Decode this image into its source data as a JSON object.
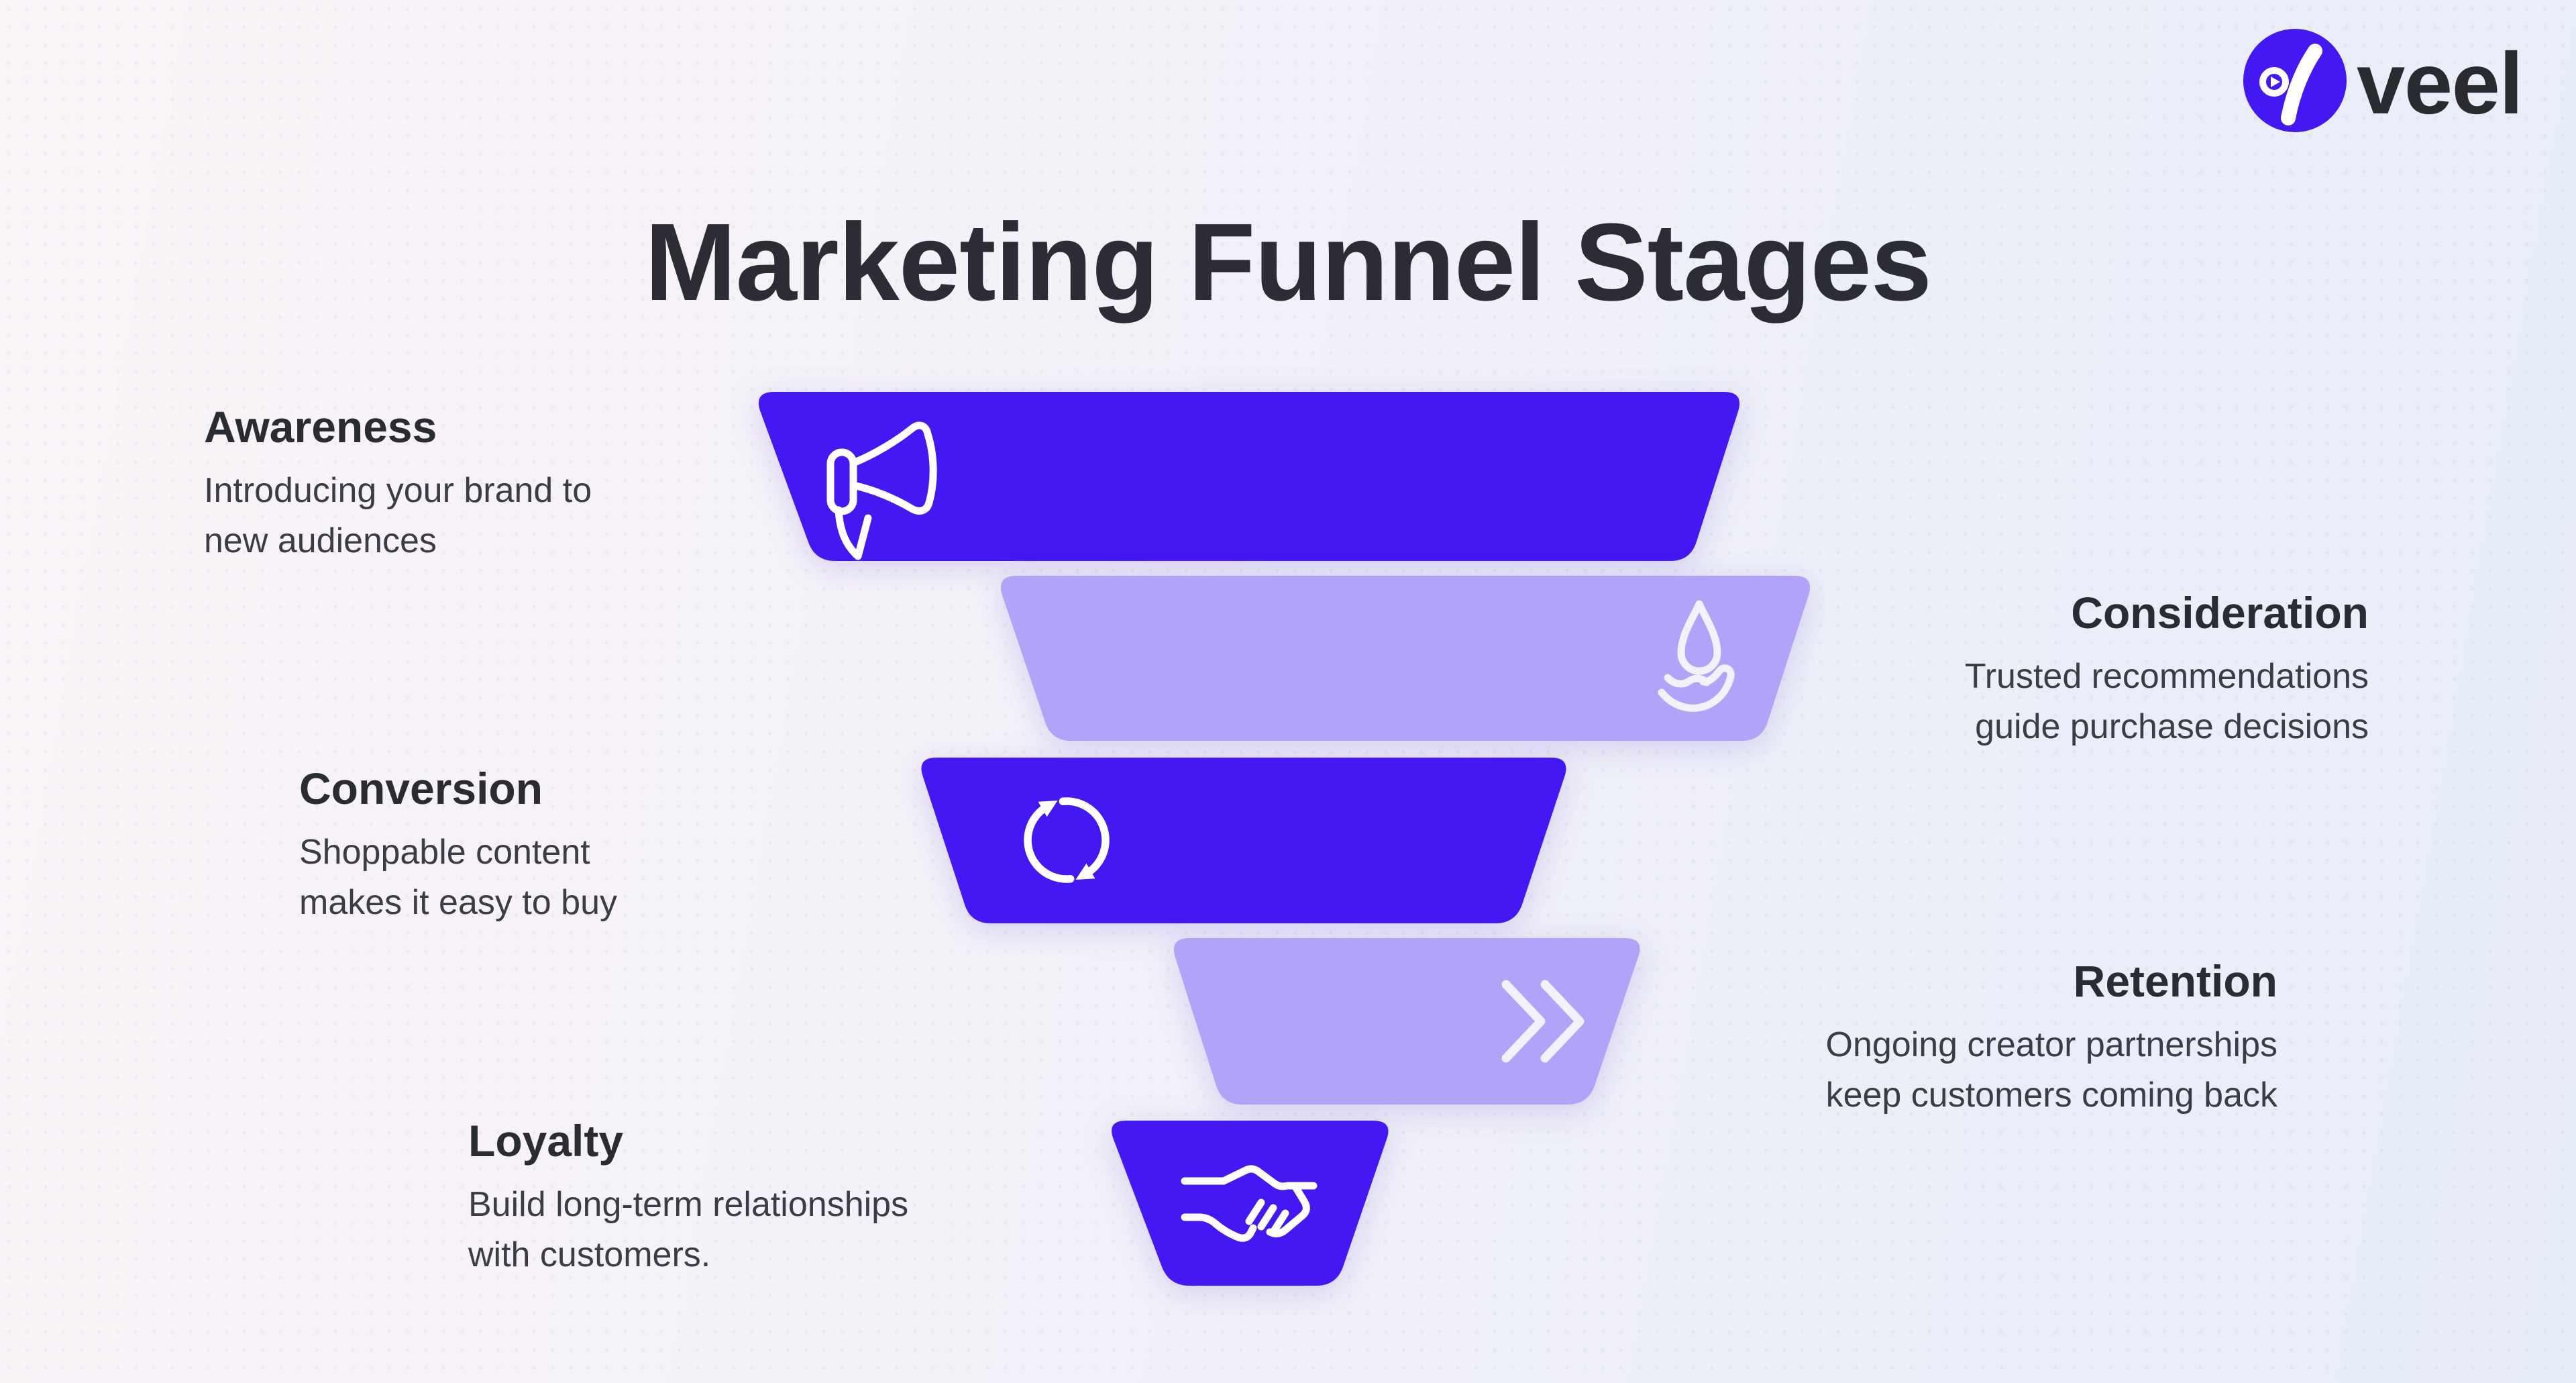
{
  "page": {
    "title": "Marketing Funnel Stages"
  },
  "brand": {
    "name": "veel"
  },
  "funnel": {
    "stages": [
      {
        "name": "Awareness",
        "desc_line1": "Introducing your brand to",
        "desc_line2": "new audiences",
        "color": "#4318F2",
        "icon": "megaphone",
        "label_side": "left"
      },
      {
        "name": "Consideration",
        "desc_line1": "Trusted recommendations",
        "desc_line2": "guide purchase decisions",
        "color": "#B2A3F8",
        "icon": "droplet-hand",
        "label_side": "right"
      },
      {
        "name": "Conversion",
        "desc_line1": "Shoppable content",
        "desc_line2": "makes it easy to buy",
        "color": "#4318F2",
        "icon": "refresh-cycle",
        "label_side": "left"
      },
      {
        "name": "Retention",
        "desc_line1": "Ongoing creator partnerships",
        "desc_line2": "keep customers coming back",
        "color": "#B2A3F8",
        "icon": "double-chevron",
        "label_side": "right"
      },
      {
        "name": "Loyalty",
        "desc_line1": "Build long-term relationships",
        "desc_line2": "with customers.",
        "color": "#4318F2",
        "icon": "handshake",
        "label_side": "left"
      }
    ]
  },
  "colors": {
    "brand": "#4318F2",
    "stage_dark": "#4318F2",
    "stage_light": "#B2A3F8",
    "title_text": "#2C2C34",
    "heading_text": "#2B2B33",
    "body_text": "#3C3C46",
    "background_left": "#F8F4F7",
    "background_right": "#E8EEF8",
    "icon_stroke": "#FFFFFF"
  }
}
